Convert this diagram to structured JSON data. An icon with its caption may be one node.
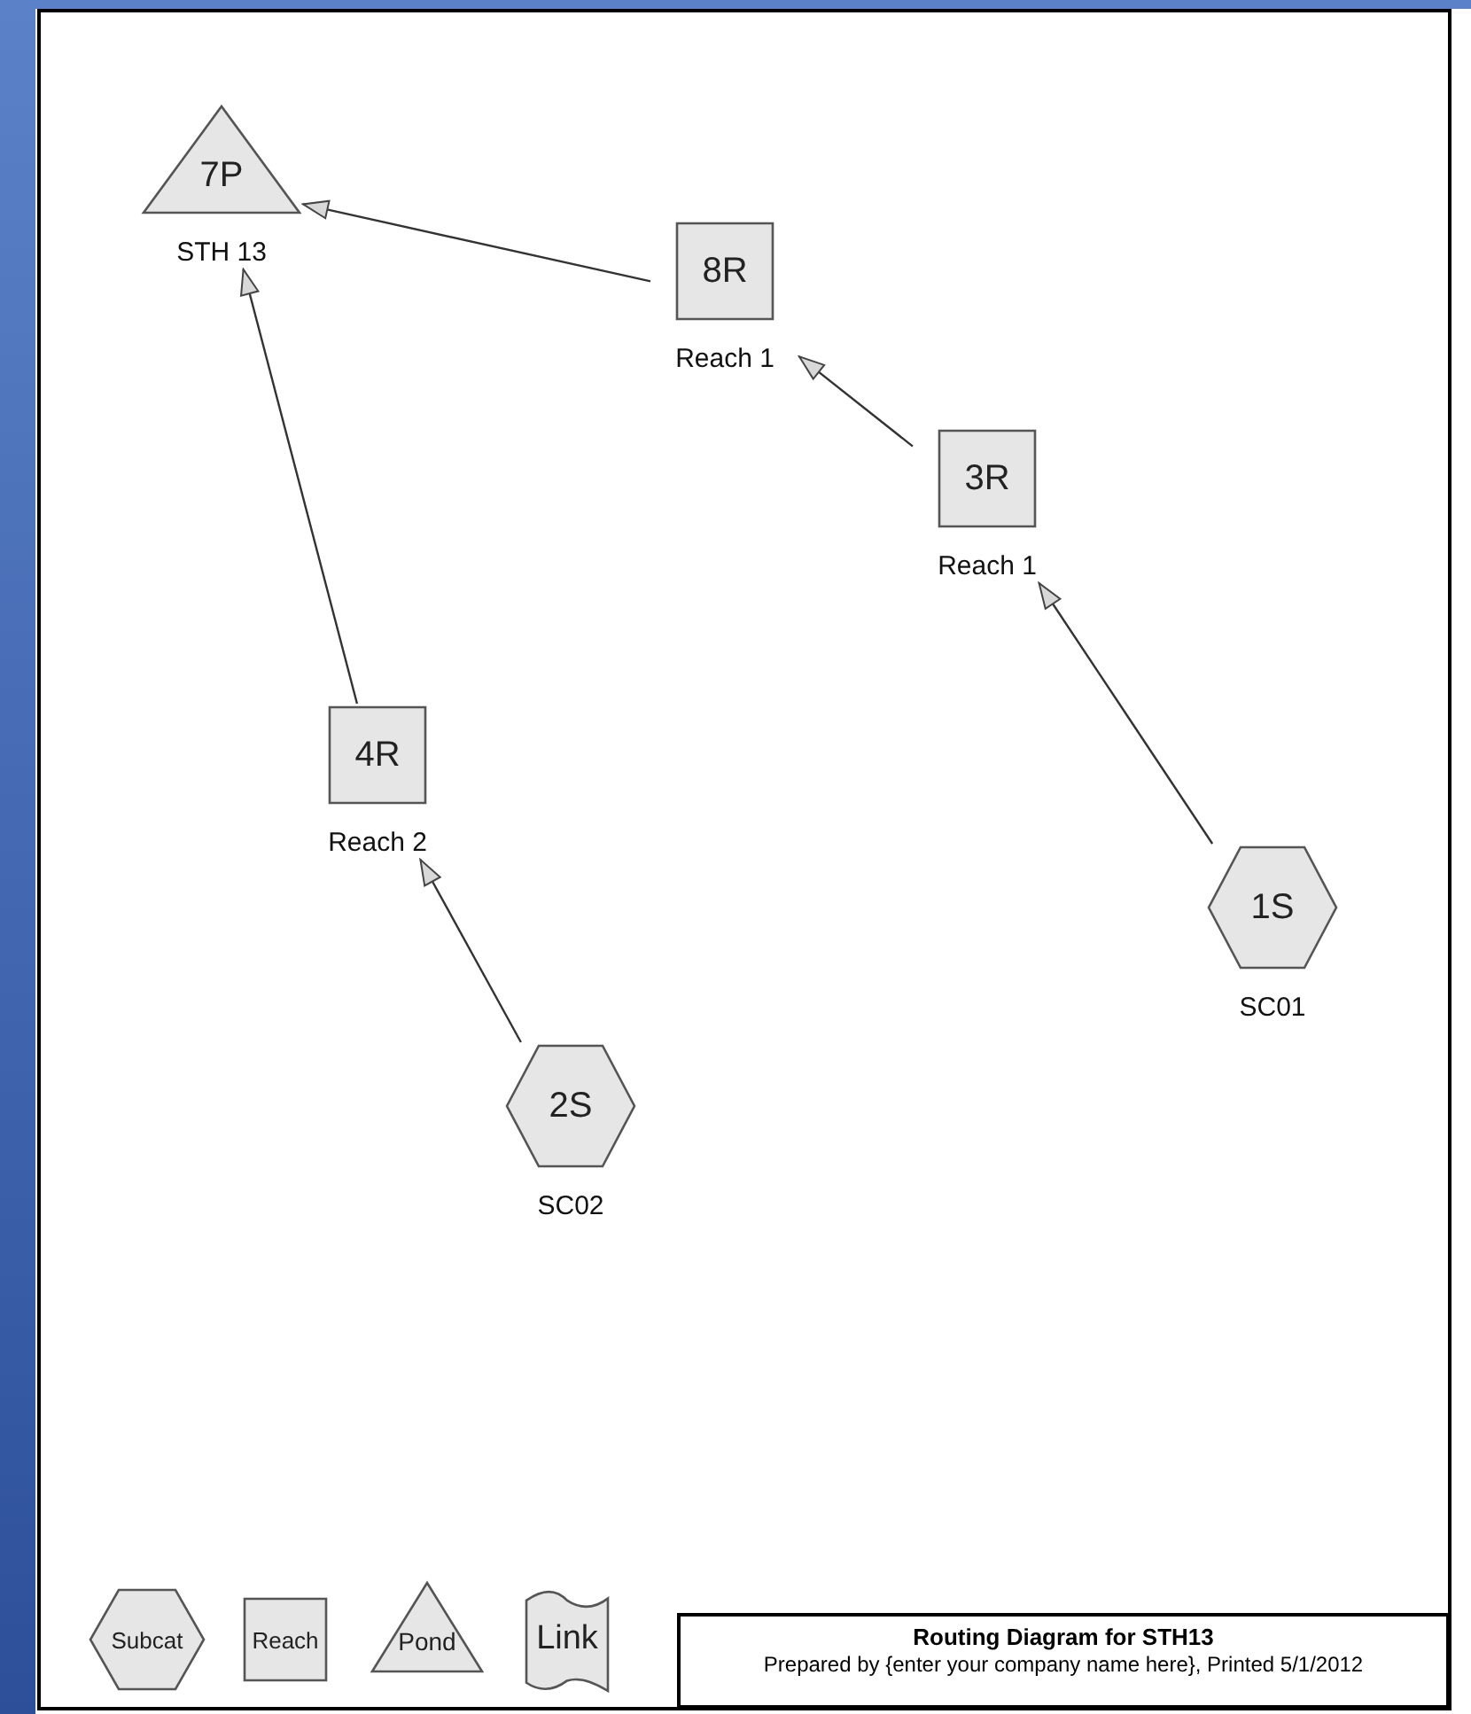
{
  "diagram": {
    "nodes": [
      {
        "text": [
          "7P"
        ],
        "beside": [
          "STH 13"
        ]
      },
      {
        "text": [
          "8R"
        ],
        "beside": [
          "Reach 1"
        ]
      },
      {
        "text": [
          "3R"
        ],
        "beside": [
          "Reach 1"
        ]
      },
      {
        "text": [
          "4R"
        ],
        "beside": [
          "Reach 2"
        ]
      },
      {
        "text": [
          "1S"
        ],
        "beside": [
          "SC01"
        ]
      },
      {
        "text": [
          "2S"
        ],
        "beside": [
          "SC02"
        ]
      },
      {
        "text": [
          "Subcat"
        ]
      },
      {
        "text": [
          "Reach"
        ]
      },
      {
        "text": [
          "Pond"
        ]
      },
      {
        "text": [
          "Link"
        ]
      },
      {
        "text": [
          "Routing Diagram for STH13",
          "Prepared by {enter your company name here},  Printed 5/1/2012"
        ]
      }
    ],
    "edges": [
      {
        "from": 1,
        "to": 0,
        "arrow": "to"
      },
      {
        "from": 2,
        "to": 1,
        "arrow": "to"
      },
      {
        "from": 4,
        "to": 2,
        "arrow": "to"
      },
      {
        "from": 3,
        "to": 0,
        "arrow": "to"
      },
      {
        "from": 5,
        "to": 3,
        "arrow": "to"
      }
    ]
  }
}
